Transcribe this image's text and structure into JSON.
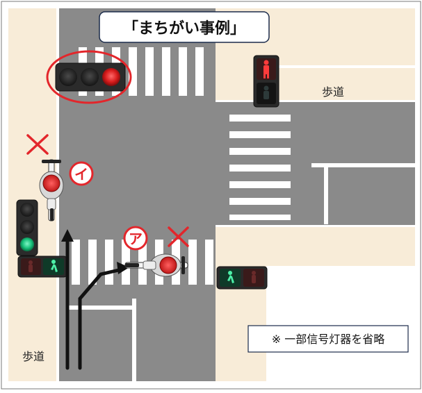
{
  "title": "「まちがい事例」",
  "sidewalk_top_right": "歩道",
  "sidewalk_bottom_left": "歩道",
  "marker_a": "ア",
  "marker_i": "イ",
  "note": "※ 一部信号灯器を省略",
  "colors": {
    "road": "#888888",
    "sidewalk": "#f8ecd8",
    "red": "#e3262b",
    "green": "#18c07a",
    "black": "#111111"
  },
  "icons": [
    "traffic-light-icon",
    "pedestrian-signal-icon",
    "cyclist-icon",
    "cross-mark-icon",
    "arrow-icon"
  ]
}
